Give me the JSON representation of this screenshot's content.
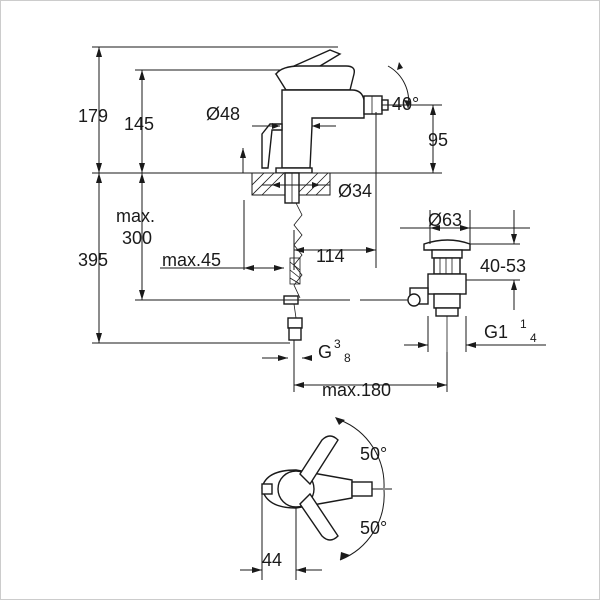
{
  "drawing": {
    "border_color": "#cccccc",
    "line_color": "#1a1a1a",
    "labels": {
      "h179": "179",
      "h145": "145",
      "d48": "Ø48",
      "ang40": "40°",
      "h95": "95",
      "d34": "Ø34",
      "max_word": "max.",
      "v300": "300",
      "h395": "395",
      "max45": "max.45",
      "w114": "114",
      "d63": "Ø63",
      "r4053": "40-53",
      "g1": "G1",
      "g1_num": "1",
      "g1_den": "4",
      "g38": "G",
      "g38_num": "3",
      "g38_den": "8",
      "max180": "max.180",
      "ang50_top": "50°",
      "ang50_bot": "50°",
      "w44": "44"
    }
  }
}
